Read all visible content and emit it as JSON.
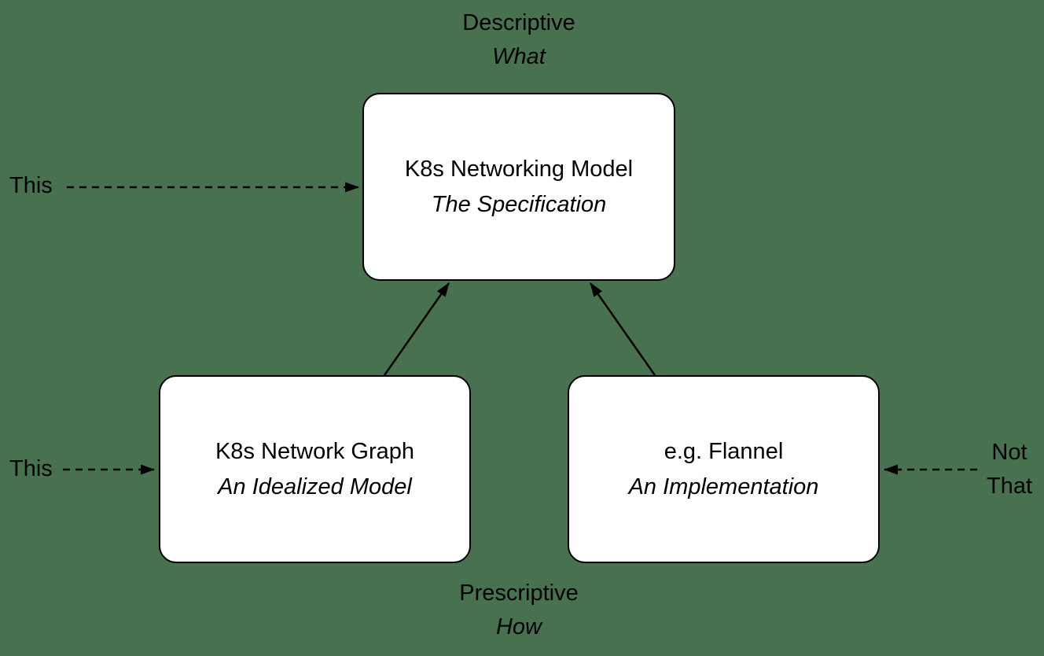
{
  "colors": {
    "background": "#47714F",
    "node_fill": "#FFFFFF",
    "node_border": "#000000",
    "text": "#000000",
    "arrow": "#000000"
  },
  "axis_labels": {
    "top": {
      "line1": "Descriptive",
      "line2": "What"
    },
    "bottom": {
      "line1": "Prescriptive",
      "line2": "How"
    }
  },
  "pointers": {
    "this_top": "This",
    "this_bottom": "This",
    "not_that": {
      "line1": "Not",
      "line2": "That"
    }
  },
  "nodes": {
    "spec": {
      "title": "K8s Networking Model",
      "subtitle": "The Specification"
    },
    "graph": {
      "title": "K8s Network Graph",
      "subtitle": "An Idealized Model"
    },
    "impl": {
      "title": "e.g. Flannel",
      "subtitle": "An Implementation"
    }
  },
  "edges": [
    {
      "from": "K8s Network Graph",
      "to": "K8s Networking Model",
      "style": "solid-arrow"
    },
    {
      "from": "e.g. Flannel",
      "to": "K8s Networking Model",
      "style": "solid-arrow"
    },
    {
      "from": "This (top)",
      "to": "K8s Networking Model",
      "style": "dashed-arrow"
    },
    {
      "from": "This (bottom)",
      "to": "K8s Network Graph",
      "style": "dashed-arrow"
    },
    {
      "from": "Not That",
      "to": "e.g. Flannel",
      "style": "dashed-arrow"
    }
  ]
}
